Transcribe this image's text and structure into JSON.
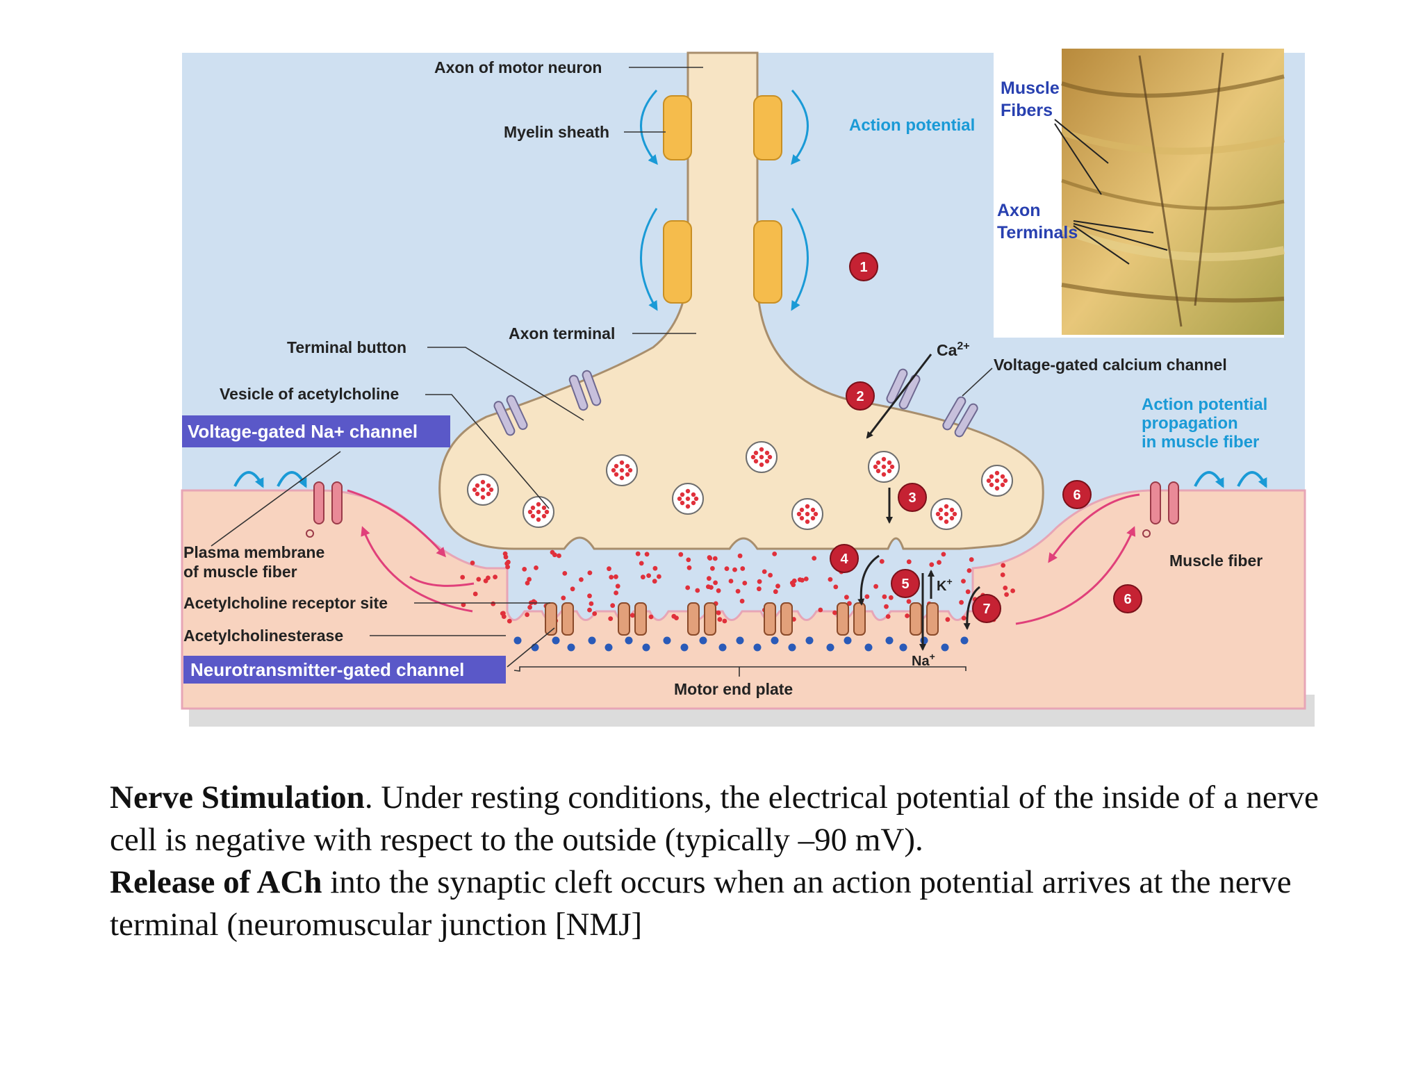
{
  "labels": {
    "axon_motor_neuron": "Axon of motor neuron",
    "myelin_sheath": "Myelin sheath",
    "action_potential": "Action potential",
    "muscle_fibers_1": "Muscle",
    "muscle_fibers_2": "Fibers",
    "axon_terminals_1": "Axon",
    "axon_terminals_2": "Terminals",
    "axon_terminal": "Axon terminal",
    "terminal_button": "Terminal button",
    "ca": "Ca",
    "ca_sup": "2+",
    "vg_calcium": "Voltage-gated calcium channel",
    "vesicle_ach": "Vesicle of acetylcholine",
    "vg_na_channel": "Voltage-gated Na+ channel",
    "ap_prop_1": "Action potential",
    "ap_prop_2": "propagation",
    "ap_prop_3": "in muscle fiber",
    "plasma_membrane_1": "Plasma membrane",
    "plasma_membrane_2": "of muscle fiber",
    "muscle_fiber": "Muscle fiber",
    "ach_receptor": "Acetylcholine receptor site",
    "acetylcholinesterase": "Acetylcholinesterase",
    "nt_gated_channel": "Neurotransmitter-gated channel",
    "motor_end_plate": "Motor end plate",
    "k_ion": "K",
    "na_ion": "Na",
    "plus": "+"
  },
  "steps": {
    "s1": "1",
    "s2": "2",
    "s3": "3",
    "s4": "4",
    "s5": "5",
    "s6": "6",
    "s7": "7"
  },
  "caption": {
    "p1_bold": "Nerve Stimulation",
    "p1_text": ". Under resting conditions, the electrical potential of the inside of a nerve cell is negative with respect to the outside (typically –90 mV).",
    "p2_bold": "Release of ACh",
    "p2_text": " into the synaptic cleft occurs when an action potential arrives at the nerve terminal (neuromuscular junction [NMJ]"
  },
  "colors": {
    "background_fluid": "#cfe0f1",
    "axon_fill": "#f7e4c4",
    "myelin": "#f5bc4c",
    "muscle": "#f8d3bf",
    "vesicle_dot": "#e0303b",
    "step_circle": "#c52233",
    "label_box": "#5a58c8",
    "accent_blue": "#1a9ad6",
    "arrow_pink": "#e0407a"
  }
}
